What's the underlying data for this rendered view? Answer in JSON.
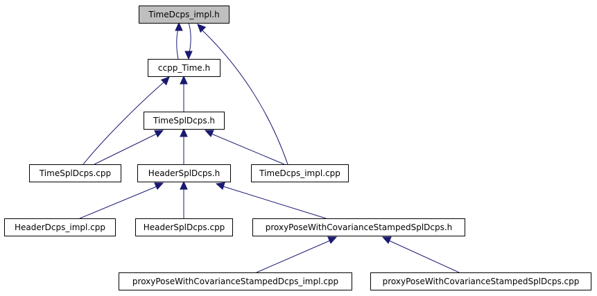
{
  "diagram": {
    "title": "",
    "edge_color": "#191970",
    "root_fill": "#bfbfbf",
    "nodes": [
      {
        "id": "n0",
        "label": "TimeDcps_impl.h",
        "root": true
      },
      {
        "id": "n1",
        "label": "ccpp_Time.h"
      },
      {
        "id": "n2",
        "label": "TimeSplDcps.h"
      },
      {
        "id": "n3",
        "label": "TimeSplDcps.cpp"
      },
      {
        "id": "n4",
        "label": "HeaderSplDcps.h"
      },
      {
        "id": "n5",
        "label": "TimeDcps_impl.cpp"
      },
      {
        "id": "n6",
        "label": "HeaderDcps_impl.cpp"
      },
      {
        "id": "n7",
        "label": "HeaderSplDcps.cpp"
      },
      {
        "id": "n8",
        "label": "proxyPoseWithCovarianceStampedSplDcps.h"
      },
      {
        "id": "n9",
        "label": "proxyPoseWithCovarianceStampedDcps_impl.cpp"
      },
      {
        "id": "n10",
        "label": "proxyPoseWithCovarianceStampedSplDcps.cpp"
      }
    ],
    "edges": [
      {
        "from": "n1",
        "to": "n0"
      },
      {
        "from": "n0",
        "to": "n1"
      },
      {
        "from": "n5",
        "to": "n0"
      },
      {
        "from": "n2",
        "to": "n1"
      },
      {
        "from": "n3",
        "to": "n1"
      },
      {
        "from": "n3",
        "to": "n2"
      },
      {
        "from": "n4",
        "to": "n2"
      },
      {
        "from": "n5",
        "to": "n2"
      },
      {
        "from": "n6",
        "to": "n4"
      },
      {
        "from": "n7",
        "to": "n4"
      },
      {
        "from": "n8",
        "to": "n4"
      },
      {
        "from": "n9",
        "to": "n8"
      },
      {
        "from": "n10",
        "to": "n8"
      }
    ]
  }
}
